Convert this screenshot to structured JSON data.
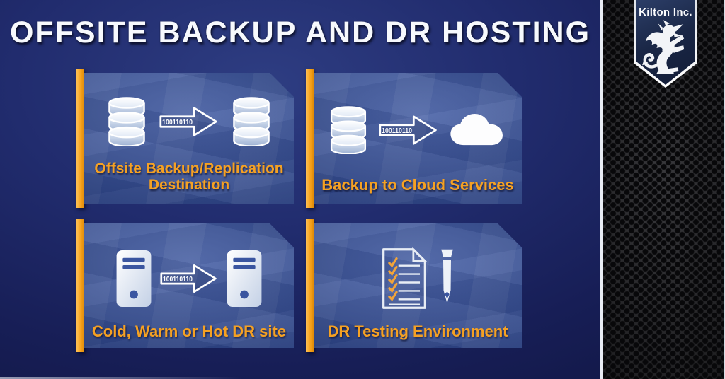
{
  "header": {
    "title": "OFFSITE BACKUP AND DR HOSTING"
  },
  "brand": {
    "company": "Kilton Inc.",
    "emblem": "griffin-icon"
  },
  "panels": [
    {
      "caption_line1": "Offsite Backup/Replication",
      "caption_line2": "Destination",
      "arrow_label": "100110110",
      "left_icon": "database-icon",
      "right_icon": "database-icon"
    },
    {
      "caption": "Backup to Cloud Services",
      "arrow_label": "100110110",
      "left_icon": "database-icon",
      "right_icon": "cloud-icon"
    },
    {
      "caption": "Cold, Warm or Hot DR site",
      "arrow_label": "100110110",
      "left_icon": "server-icon",
      "right_icon": "server-icon"
    },
    {
      "caption": "DR Testing Environment",
      "left_icon": "checklist-icon",
      "right_icon": "pencil-icon"
    }
  ],
  "colors": {
    "accent_orange": "#F5A123",
    "panel_blue": "#3A55A0",
    "background_navy": "#151B4E",
    "metal_dark": "#29292B",
    "shield_navy": "#1A2746",
    "icon_white": "#FFFFFF"
  }
}
